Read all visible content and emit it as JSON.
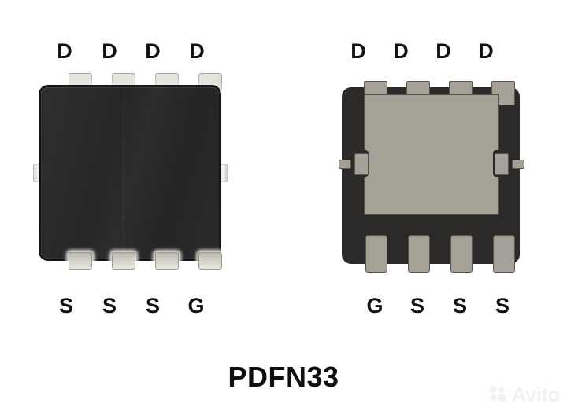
{
  "figure": {
    "caption": "PDFN33",
    "background_color": "#ffffff",
    "body_color": "#2b2a29",
    "lead_color": "#a5a196",
    "label_color": "#111111"
  },
  "packages": [
    {
      "id": "top-view",
      "view": "top",
      "top_labels": [
        "D",
        "D",
        "D",
        "D"
      ],
      "bottom_labels": [
        "S",
        "S",
        "S",
        "G"
      ],
      "top_lead_count": 4,
      "bottom_lead_count": 4,
      "side_tab_count": 2
    },
    {
      "id": "bottom-view",
      "view": "bottom",
      "top_labels": [
        "D",
        "D",
        "D",
        "D"
      ],
      "bottom_labels": [
        "G",
        "S",
        "S",
        "S"
      ],
      "top_lead_count": 4,
      "bottom_lead_count": 4,
      "side_tab_count": 2,
      "exposed_pad": "drain-pad"
    }
  ],
  "watermark": {
    "text": "Avito",
    "color": "#f2f2f2"
  }
}
